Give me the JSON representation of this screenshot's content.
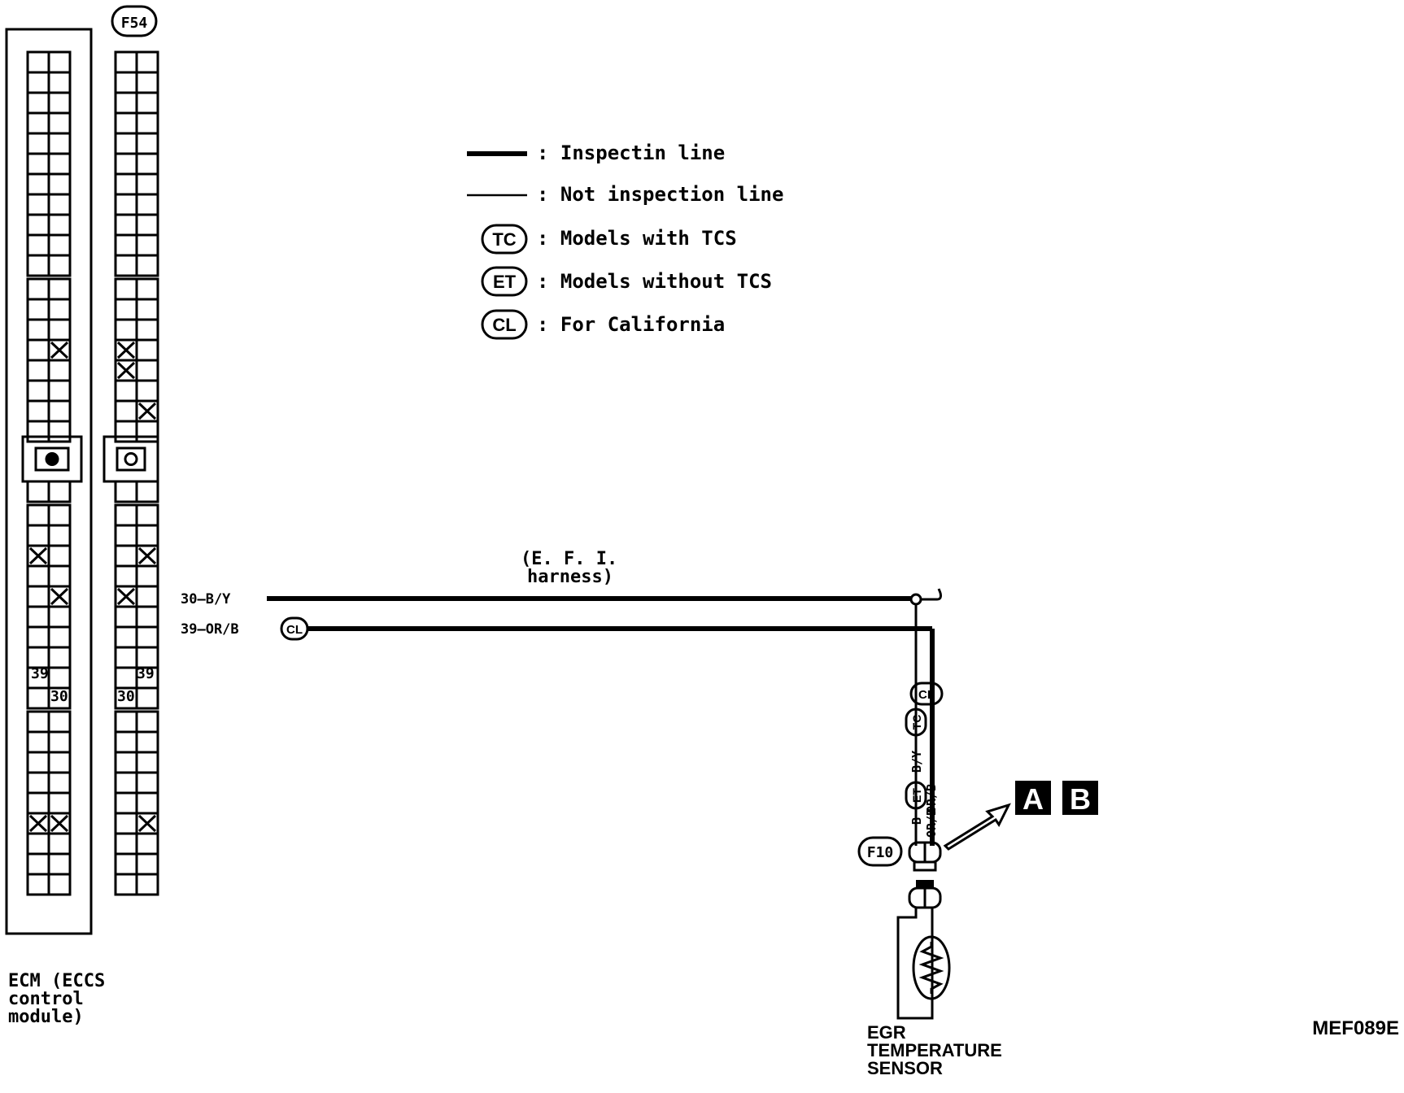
{
  "legend": {
    "items": [
      {
        "symbol": "",
        "text": ": Inspectin line"
      },
      {
        "symbol": "",
        "text": ": Not inspection line"
      },
      {
        "symbol": "TC",
        "text": ": Models with TCS"
      },
      {
        "symbol": "ET",
        "text": ": Models without TCS"
      },
      {
        "symbol": "CL",
        "text": ": For California"
      }
    ]
  },
  "connector_id": "F54",
  "harness_label": {
    "line1": "(E. F. I.",
    "line2": "harness)"
  },
  "wires": [
    {
      "label": "30—B/Y"
    },
    {
      "label": "39—OR/B"
    }
  ],
  "pin_numbers": {
    "a": "39",
    "b": "30"
  },
  "vertical_wire_labels": {
    "cl": "CL",
    "tc": "TC",
    "et": "ET",
    "by": "B/Y",
    "orb": "OR/B",
    "b": "B",
    "orb2": "OR/B"
  },
  "sensor_connector_id": "F10",
  "ref_boxes": [
    "A",
    "B"
  ],
  "ecm_label": [
    "ECM (ECCS",
    "control",
    "module)"
  ],
  "sensor_label": [
    "EGR",
    "TEMPERATURE",
    "SENSOR"
  ],
  "figure_code": "MEF089E"
}
